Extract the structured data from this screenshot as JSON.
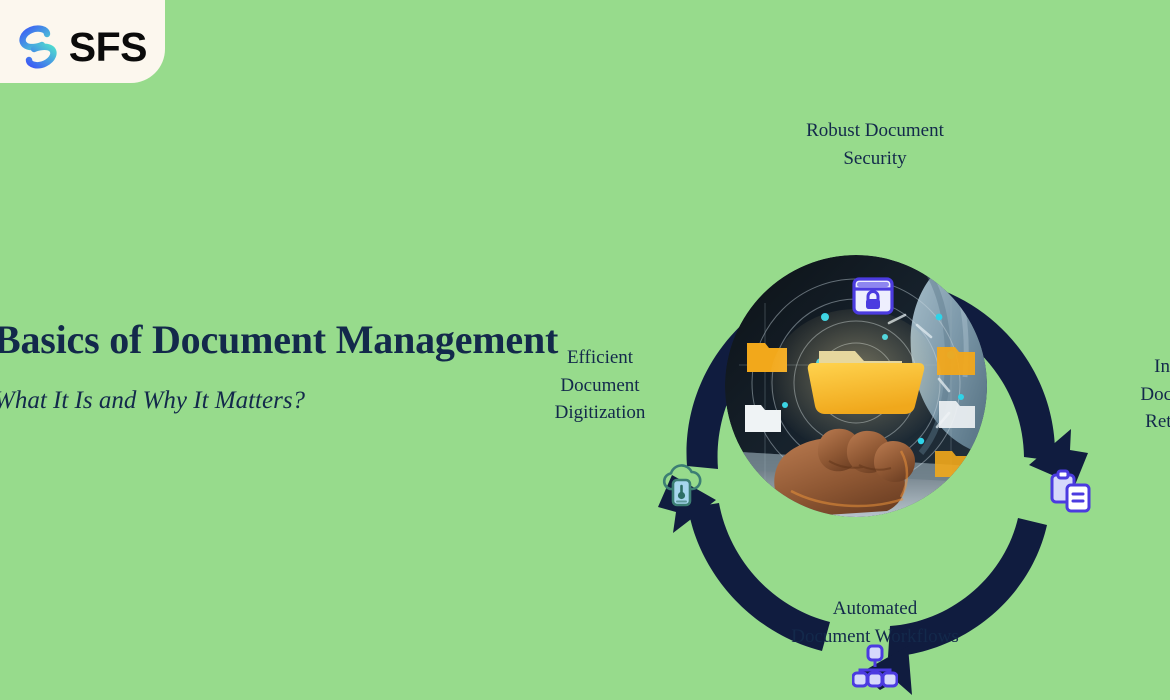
{
  "canvas": {
    "background_color": "#97DB8C",
    "text_color": "#13294B",
    "arrow_color": "#101C3F",
    "icon_color": "#4B3BE0"
  },
  "brand": {
    "badge_background": "#FCF7EE",
    "logo_text": "SFS",
    "logo_mark_name": "sfs-swirl-logo",
    "logo_gradient_start": "#3D5BF5",
    "logo_gradient_end": "#4FD9D0"
  },
  "hero": {
    "title": "Basics of Document Management",
    "subtitle": "What It Is and Why It Matters?"
  },
  "diagram": {
    "center_image_alt": "hand holding a glowing yellow folder with digital overlay",
    "nodes": [
      {
        "id": "security",
        "label_line1": "Robust Document",
        "label_line2": "Security",
        "icon": "browser-lock-icon",
        "position": "top"
      },
      {
        "id": "retrieval",
        "label_line1": "Instant",
        "label_line2": "Document",
        "label_line3": "Retrieval",
        "icon": "clipboard-document-icon",
        "position": "right"
      },
      {
        "id": "workflows",
        "label_line1": "Automated",
        "label_line2": "Document Workflows",
        "icon": "hierarchy-flow-icon",
        "position": "bottom"
      },
      {
        "id": "digitization",
        "label_line1": "Efficient",
        "label_line2": "Document",
        "label_line3": "Digitization",
        "icon": "cloud-scan-icon",
        "position": "left"
      }
    ]
  }
}
